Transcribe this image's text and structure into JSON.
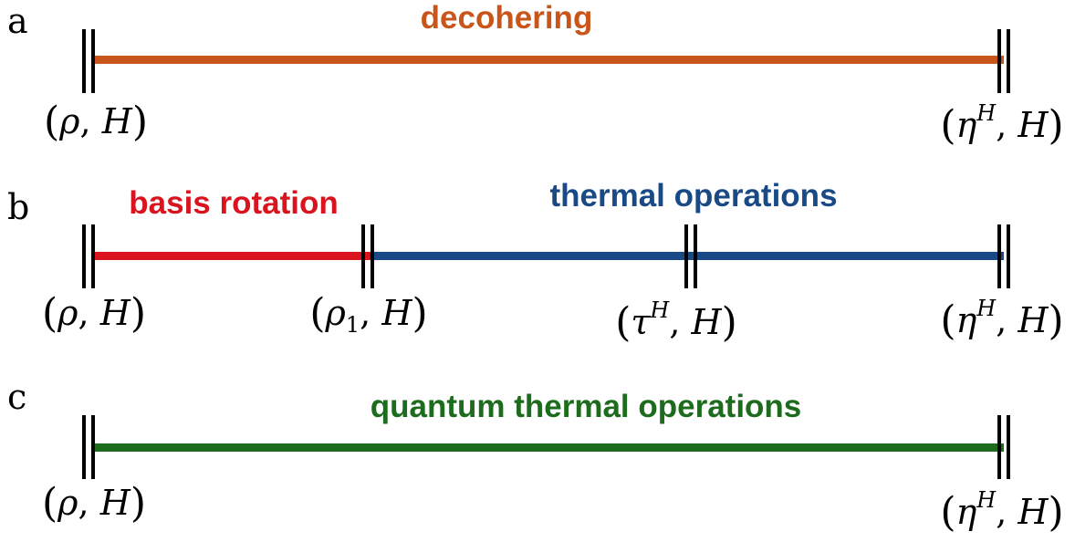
{
  "panels": [
    {
      "letter": "a",
      "processes": [
        {
          "label": "decohering",
          "color": "#c8561a"
        }
      ],
      "states": [
        {
          "sym": "ρ",
          "sup": "",
          "sub": "",
          "h": "H"
        },
        {
          "sym": "η",
          "sup": "H",
          "sub": "",
          "h": "H"
        }
      ]
    },
    {
      "letter": "b",
      "processes": [
        {
          "label": "basis rotation",
          "color": "#d9141e"
        },
        {
          "label": "thermal operations",
          "color": "#1a4a86"
        }
      ],
      "states": [
        {
          "sym": "ρ",
          "sup": "",
          "sub": "",
          "h": "H"
        },
        {
          "sym": "ρ",
          "sup": "",
          "sub": "1",
          "h": "H"
        },
        {
          "sym": "τ",
          "sup": "H",
          "sub": "",
          "h": "H"
        },
        {
          "sym": "η",
          "sup": "H",
          "sub": "",
          "h": "H"
        }
      ]
    },
    {
      "letter": "c",
      "processes": [
        {
          "label": "quantum thermal operations",
          "color": "#1d6b1d"
        }
      ],
      "states": [
        {
          "sym": "ρ",
          "sup": "",
          "sub": "",
          "h": "H"
        },
        {
          "sym": "η",
          "sup": "H",
          "sub": "",
          "h": "H"
        }
      ]
    }
  ]
}
